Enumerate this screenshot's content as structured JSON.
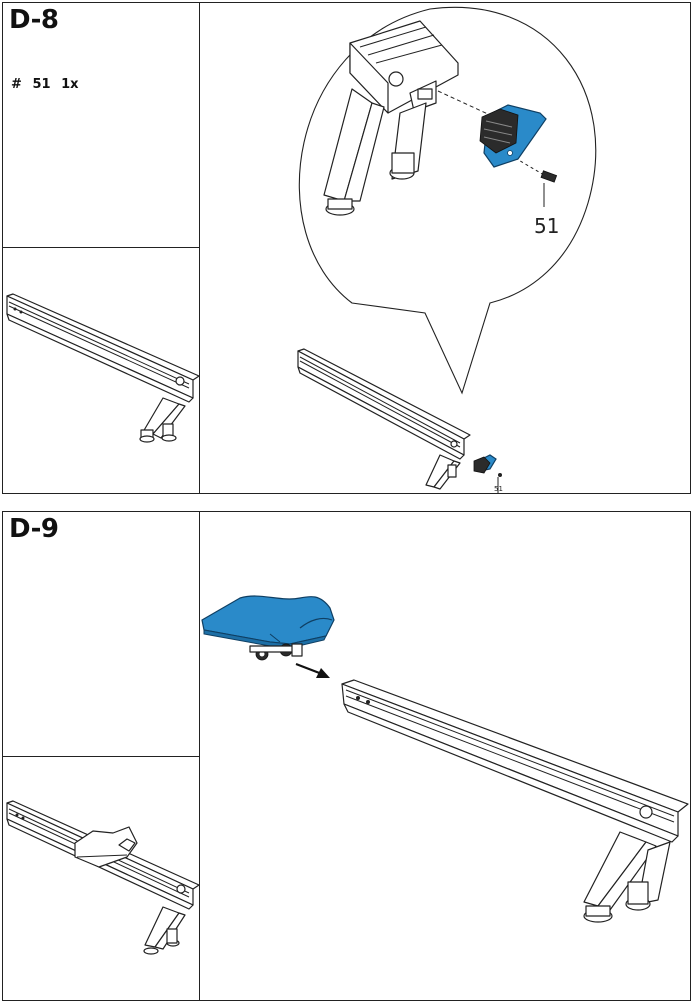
{
  "steps": [
    {
      "id": "D-8",
      "parts": {
        "hash": "#",
        "number": "51",
        "qty": "1x"
      },
      "callout_label": "51",
      "callout_label_small": "51"
    },
    {
      "id": "D-9"
    }
  ],
  "colors": {
    "highlight": "#2a8ac9",
    "line": "#222222"
  },
  "icons": [
    "rail-icon",
    "end-cap-icon",
    "screw-icon",
    "seat-icon",
    "arrow-icon"
  ]
}
